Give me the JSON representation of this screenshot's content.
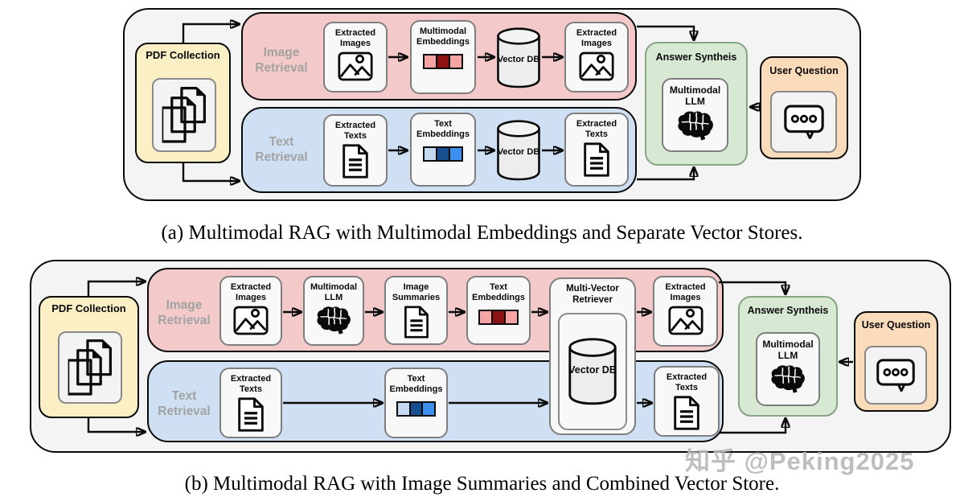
{
  "watermark": "知乎 @Peking2025",
  "colors": {
    "outer_background": "#f4f4f4",
    "image_band": "#f3c9c9",
    "text_band": "#cfe0f4",
    "pdf_box": "#fbf0c5",
    "answer_box": "#d8e9d3",
    "question_box": "#fbdcba",
    "image_embedding_squares": [
      "#f5a3a3",
      "#8e1212",
      "#f5a3a3"
    ],
    "text_embedding_squares": [
      "#c3d9f0",
      "#175091",
      "#3d8fee"
    ]
  },
  "diagram_a": {
    "caption": "(a) Multimodal RAG with Multimodal Embeddings and Separate Vector Stores.",
    "pdf_collection": "PDF Collection",
    "image_band_label": "Image Retrieval",
    "text_band_label": "Text Retrieval",
    "image_row": {
      "extracted_images_in": "Extracted Images",
      "multimodal_embeddings": "Multimodal Embeddings",
      "vector_db": "Vector DB",
      "extracted_images_out": "Extracted Images"
    },
    "text_row": {
      "extracted_texts_in": "Extracted Texts",
      "text_embeddings": "Text Embeddings",
      "vector_db": "Vector DB",
      "extracted_texts_out": "Extracted Texts"
    },
    "answer_synthesis": "Answer Syntheis",
    "multimodal_llm": "Multimodal LLM",
    "user_question": "User Question"
  },
  "diagram_b": {
    "caption": "(b) Multimodal RAG with Image Summaries and Combined Vector Store.",
    "pdf_collection": "PDF Collection",
    "image_band_label": "Image Retrieval",
    "text_band_label": "Text Retrieval",
    "image_row": {
      "extracted_images_in": "Extracted Images",
      "multimodal_llm": "Multimodal LLM",
      "image_summaries": "Image Summaries",
      "text_embeddings": "Text Embeddings",
      "extracted_images_out": "Extracted Images"
    },
    "retriever": {
      "title": "Multi-Vector Retriever",
      "vector_db": "Vector DB"
    },
    "text_row": {
      "extracted_texts_in": "Extracted Texts",
      "text_embeddings": "Text Embeddings",
      "extracted_texts_out": "Extracted Texts"
    },
    "answer_synthesis": "Answer Syntheis",
    "multimodal_llm": "Multimodal LLM",
    "user_question": "User Question"
  }
}
